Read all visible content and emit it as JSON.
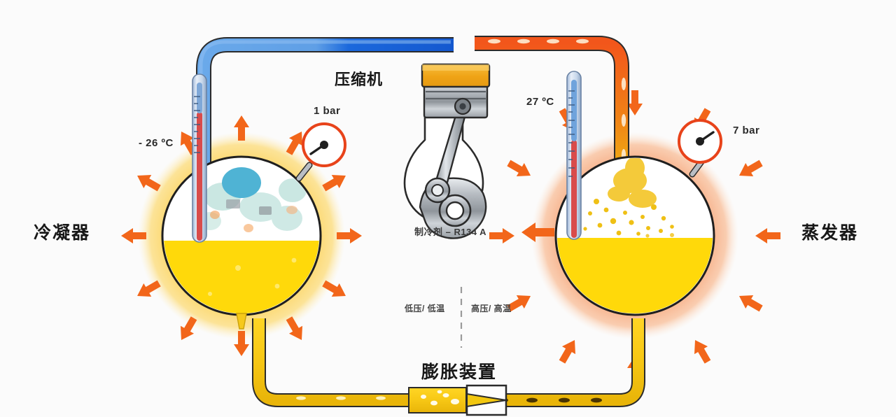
{
  "diagram": {
    "title_components": {
      "condenser": "冷凝器",
      "evaporator": "蒸发器",
      "compressor": "压缩机",
      "expansion_device": "膨胀装置"
    },
    "refrigerant_label": "制冷剂 – R134 A",
    "zone_labels": {
      "left": "低压/ 低温",
      "right": "高压/ 高温"
    },
    "measurements": {
      "left_temperature": "- 26 ºC",
      "right_temperature": "27 ºC",
      "left_pressure": "1 bar",
      "right_pressure": "7 bar"
    },
    "colors": {
      "background": "#fbfbfb",
      "suction_pipe_light": "#5a9fe8",
      "suction_pipe_dark": "#1565d8",
      "discharge_pipe": "#f2561b",
      "liquid_pipe": "#f5c518",
      "liquid_yellow": "#ffd90a",
      "heat_arrow": "#f2661a",
      "condenser_halo": "#fbd96a",
      "evaporator_halo": "#f7a878",
      "gauge_ring": "#e8431a",
      "compressor_head": "#f0a81e",
      "metal": "#b8bcc0",
      "outline": "#2b2b2b"
    },
    "icons": {
      "thermometer_left": "thermometer-icon",
      "thermometer_right": "thermometer-icon",
      "gauge_left": "pressure-gauge-icon",
      "gauge_right": "pressure-gauge-icon",
      "heat_arrows_in": "heat-absorb-arrows-icon",
      "heat_arrows_out": "heat-reject-arrows-icon",
      "piston": "piston-icon",
      "crankshaft": "crankshaft-icon",
      "valve": "expansion-valve-icon"
    }
  }
}
